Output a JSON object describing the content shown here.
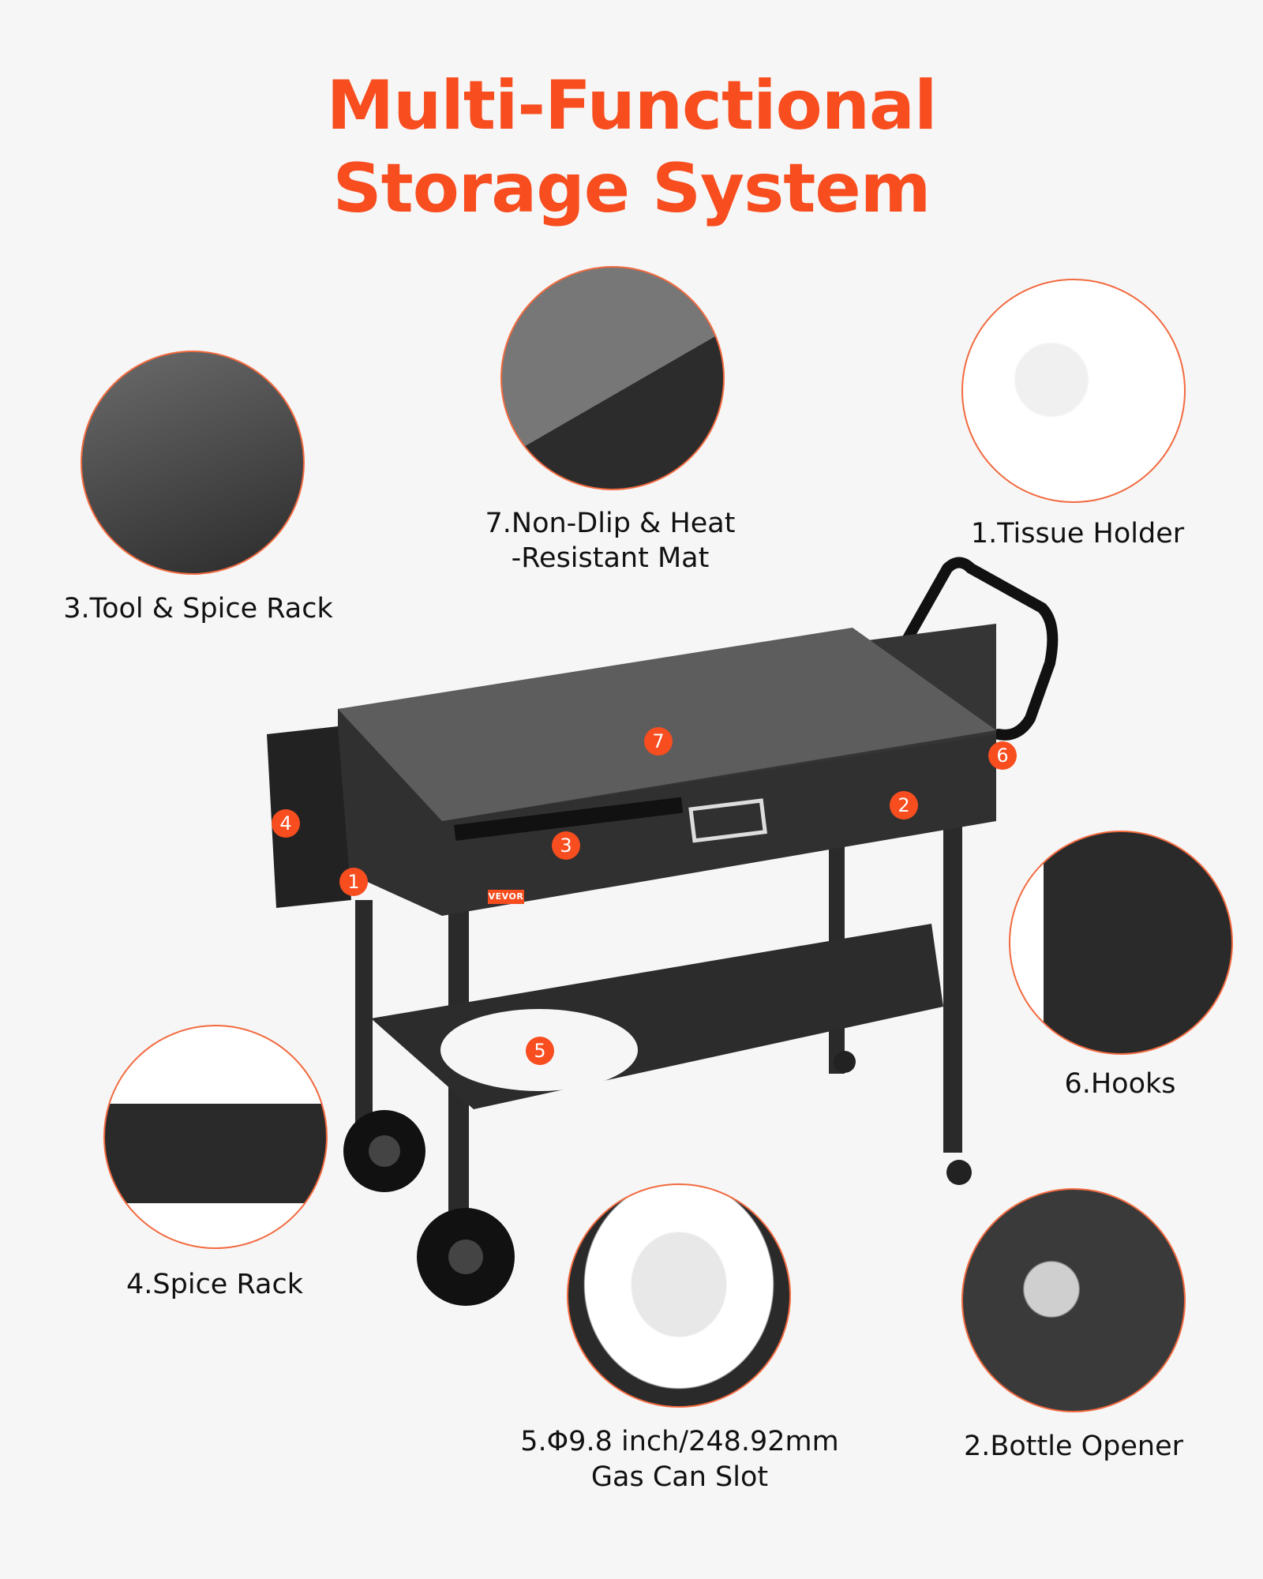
{
  "title": {
    "line1": "Multi-Functional",
    "line2": "Storage System"
  },
  "accent_color": "#f74d1f",
  "features": [
    {
      "label": "3.Tool & Spice Rack"
    },
    {
      "label_line1": "7.Non-Dlip & Heat",
      "label_line2": "-Resistant Mat"
    },
    {
      "label": "1.Tissue Holder"
    },
    {
      "label": "6.Hooks"
    },
    {
      "label": "4.Spice Rack"
    },
    {
      "label_line1": "5.Φ9.8 inch/248.92mm",
      "label_line2": "Gas Can Slot"
    },
    {
      "label": "2.Bottle Opener"
    }
  ],
  "markers": [
    "7",
    "6",
    "2",
    "3",
    "4",
    "1",
    "5"
  ],
  "brand": "VEVOR"
}
